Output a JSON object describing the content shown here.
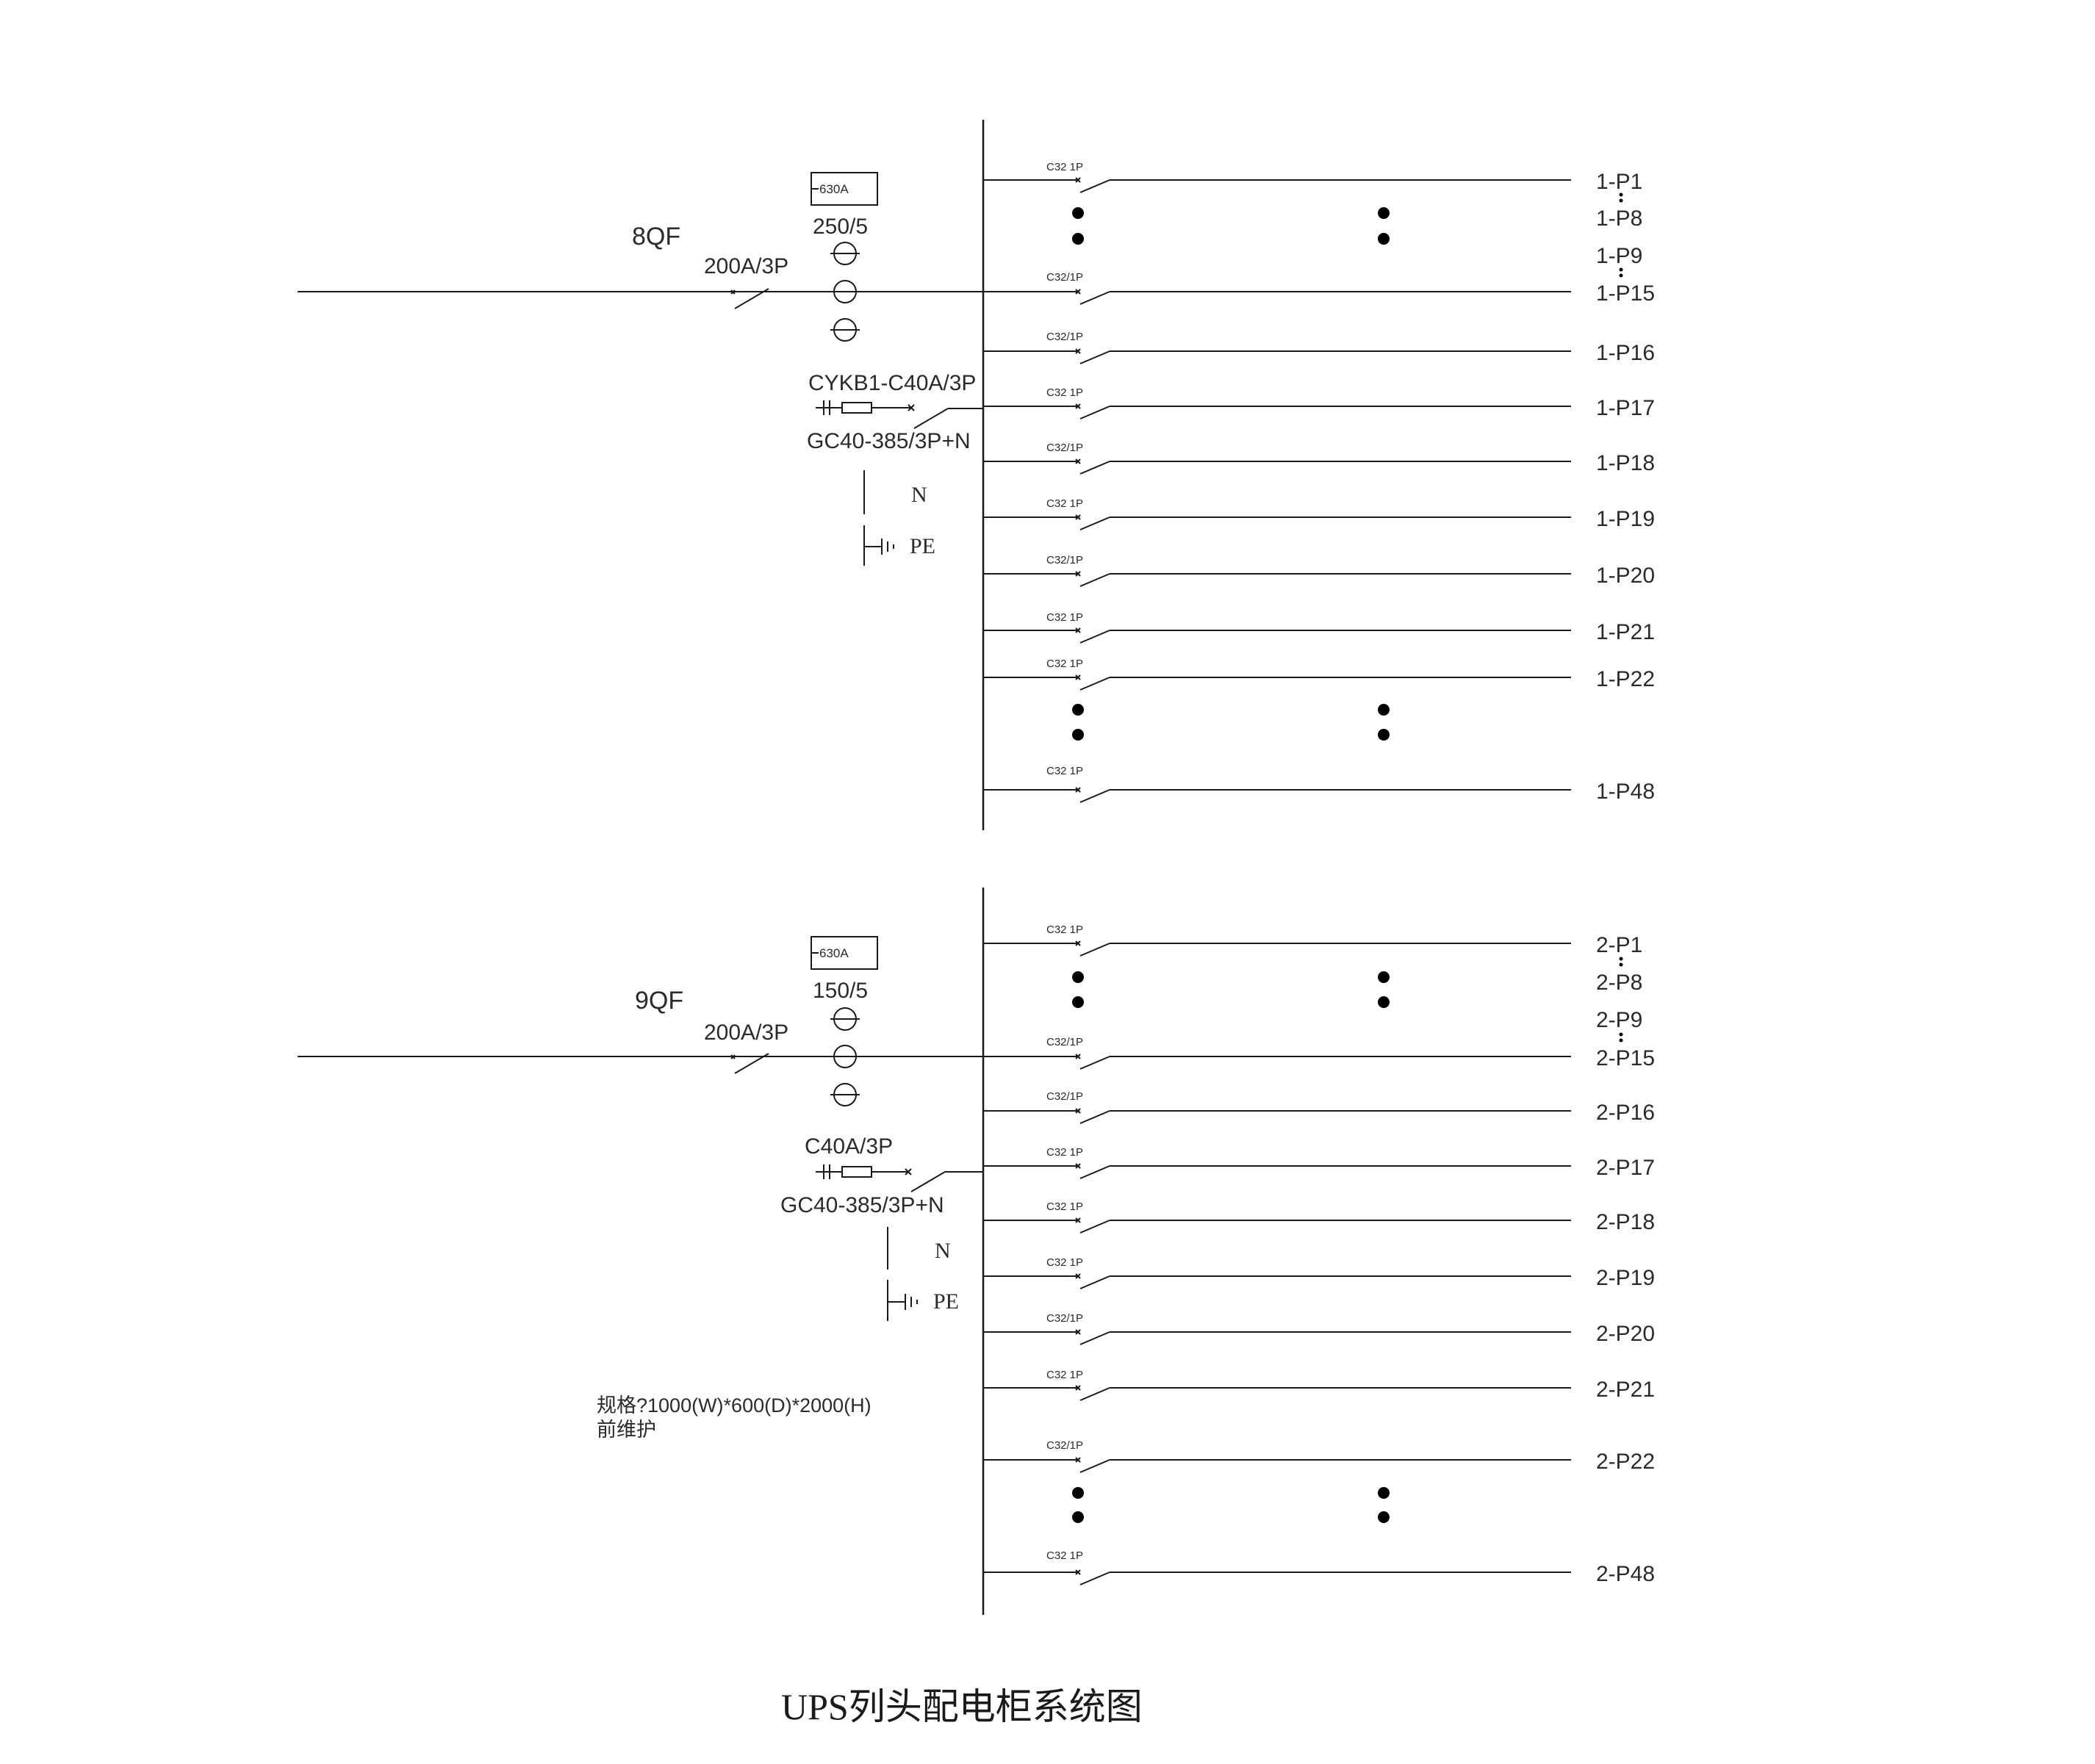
{
  "panels": [
    {
      "breaker_id": "8QF",
      "main_rating": "200A/3P",
      "ct_box": "630A",
      "ct_ratio": "250/5",
      "spd_label": "CYKB1-C40A/3P",
      "spd_model": "GC40-385/3P+N",
      "n_label": "N",
      "pe_label": "PE",
      "circuits": [
        {
          "breaker": "C32 1P",
          "outlet": "1-P1"
        },
        {
          "breaker": "C32/1P",
          "outlet": "1-P15"
        },
        {
          "breaker": "C32/1P",
          "outlet": "1-P16"
        },
        {
          "breaker": "C32 1P",
          "outlet": "1-P17"
        },
        {
          "breaker": "C32/1P",
          "outlet": "1-P18"
        },
        {
          "breaker": "C32 1P",
          "outlet": "1-P19"
        },
        {
          "breaker": "C32/1P",
          "outlet": "1-P20"
        },
        {
          "breaker": "C32 1P",
          "outlet": "1-P21"
        },
        {
          "breaker": "C32 1P",
          "outlet": "1-P22"
        },
        {
          "breaker": "C32 1P",
          "outlet": "1-P48"
        }
      ],
      "extra_outlets": [
        "1-P8",
        "1-P9"
      ]
    },
    {
      "breaker_id": "9QF",
      "main_rating": "200A/3P",
      "ct_box": "630A",
      "ct_ratio": "150/5",
      "spd_label": "C40A/3P",
      "spd_model": "GC40-385/3P+N",
      "n_label": "N",
      "pe_label": "PE",
      "circuits": [
        {
          "breaker": "C32 1P",
          "outlet": "2-P1"
        },
        {
          "breaker": "C32/1P",
          "outlet": "2-P15"
        },
        {
          "breaker": "C32/1P",
          "outlet": "2-P16"
        },
        {
          "breaker": "C32 1P",
          "outlet": "2-P17"
        },
        {
          "breaker": "C32 1P",
          "outlet": "2-P18"
        },
        {
          "breaker": "C32 1P",
          "outlet": "2-P19"
        },
        {
          "breaker": "C32/1P",
          "outlet": "2-P20"
        },
        {
          "breaker": "C32 1P",
          "outlet": "2-P21"
        },
        {
          "breaker": "C32/1P",
          "outlet": "2-P22"
        },
        {
          "breaker": "C32 1P",
          "outlet": "2-P48"
        }
      ],
      "extra_outlets": [
        "2-P8",
        "2-P9"
      ]
    }
  ],
  "spec_note": [
    "规格?1000(W)*600(D)*2000(H)",
    "前维护"
  ],
  "title": "UPS列头配电柜系统图"
}
